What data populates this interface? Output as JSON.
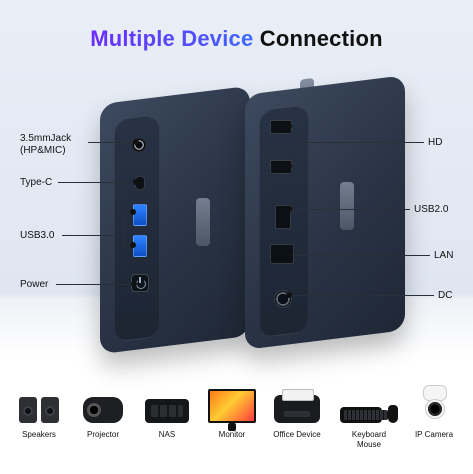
{
  "header": {
    "title_part1": "Multiple Device",
    "title_part2": "Connection"
  },
  "left_labels": {
    "jack": "3.5mmJack\n(HP&MIC)",
    "type_c": "Type-C",
    "usb3": "USB3.0",
    "power": "Power"
  },
  "right_labels": {
    "hd": "HD",
    "usb2": "USB2.0",
    "lan": "LAN",
    "dc": "DC"
  },
  "devices": [
    {
      "label": "Speakers",
      "icon": "speakers-icon"
    },
    {
      "label": "Projector",
      "icon": "projector-icon"
    },
    {
      "label": "NAS",
      "icon": "nas-icon"
    },
    {
      "label": "Monitor",
      "icon": "monitor-icon"
    },
    {
      "label": "Office Device",
      "icon": "printer-icon"
    },
    {
      "label": "Keyboard\nMouse",
      "icon": "keyboard-mouse-icon"
    },
    {
      "label": "IP Camera",
      "icon": "ip-camera-icon"
    }
  ],
  "colors": {
    "title_gradient_start": "#6b2cff",
    "title_gradient_end": "#3c6bff",
    "device_body": "#2a3446",
    "usb_blue": "#2d84ff"
  }
}
